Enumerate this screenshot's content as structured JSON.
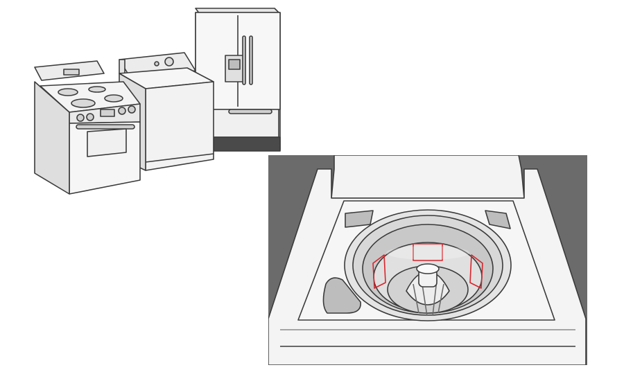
{
  "colors": {
    "background": "#ffffff",
    "outline": "#3a3a3a",
    "appliance_white": "#f4f4f4",
    "appliance_shade": "#dcdcdc",
    "panel_gray": "#c9c9c9",
    "dark_gray": "#4a4a4a",
    "inset_frame": "#6b6b6b",
    "tub_metal": "#cfcfcf",
    "highlight_red": "#d8232a"
  },
  "scene": {
    "appliances": [
      "range-stove",
      "top-load-washer",
      "french-door-refrigerator"
    ],
    "inset_subject": "washer-tub-open-lid",
    "highlight_count": 3
  }
}
